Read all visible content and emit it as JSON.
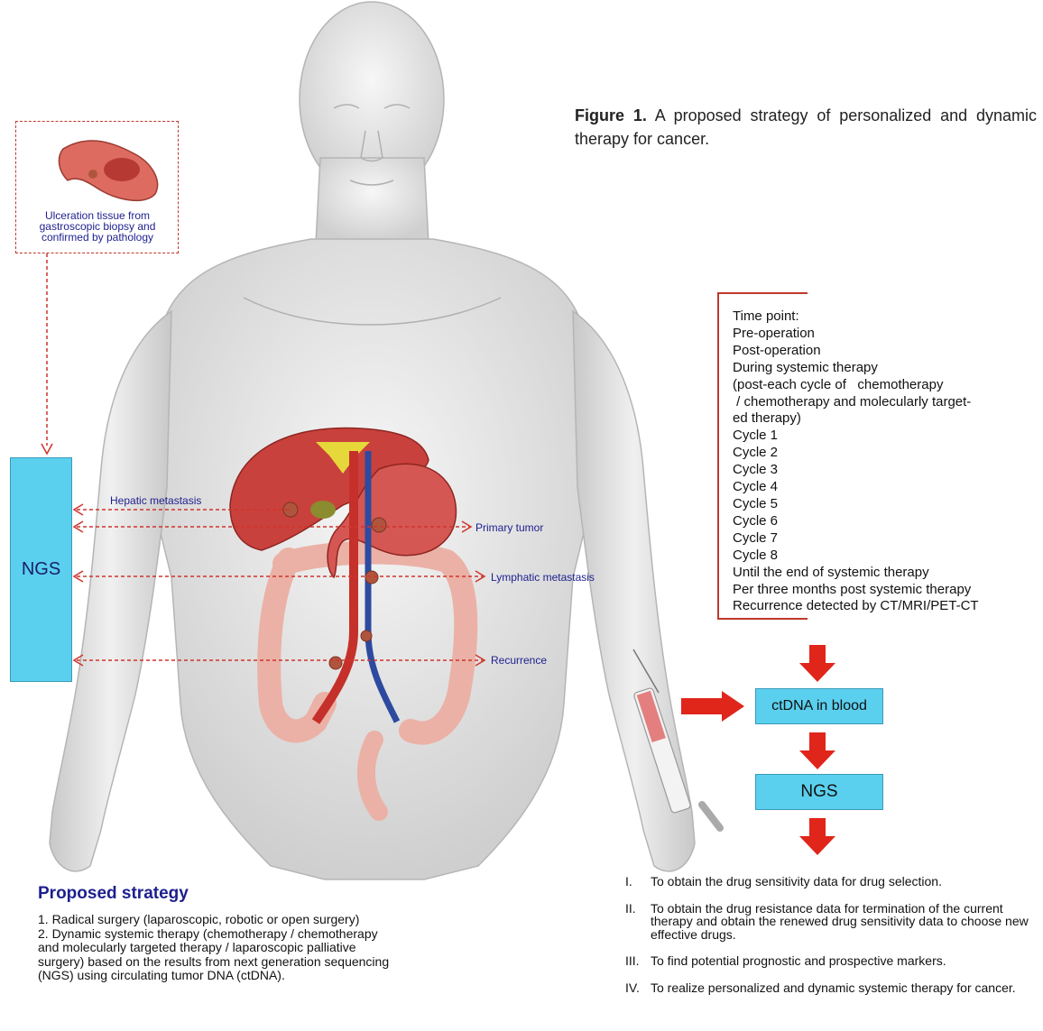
{
  "caption": {
    "label": "Figure 1.",
    "text": "A proposed strategy of personalized and dynamic therapy for cancer."
  },
  "biopsy": {
    "label": "Ulceration tissue from gastroscopic biopsy and confirmed by pathology"
  },
  "left_ngs": {
    "label": "NGS"
  },
  "routes": {
    "hepatic": "Hepatic metastasis",
    "primary": "Primary tumor",
    "lymphatic": "Lymphatic metastasis",
    "recurrence": "Recurrence"
  },
  "timeline": {
    "lines": [
      "Time point:",
      "Pre-operation",
      "Post-operation",
      "During systemic therapy",
      "(post-each cycle of   chemotherapy",
      " / chemotherapy and molecularly target-",
      "ed therapy)",
      "Cycle 1",
      "Cycle 2",
      "Cycle 3",
      "Cycle 4",
      "Cycle 5",
      "Cycle 6",
      "Cycle 7",
      "Cycle 8",
      "Until the end of systemic therapy",
      "Per three months post systemic therapy",
      "Recurrence detected by CT/MRI/PET-CT"
    ]
  },
  "flow": {
    "ctdna": "ctDNA in blood",
    "ngs": "NGS"
  },
  "strategy": {
    "title": "Proposed strategy",
    "item1": "1. Radical surgery (laparoscopic, robotic or open surgery)",
    "item2": "2. Dynamic systemic therapy (chemotherapy / chemotherapy and molecularly targeted therapy / laparoscopic palliative surgery) based on the results from next generation sequencing (NGS) using circulating tumor DNA (ctDNA)."
  },
  "goals": [
    {
      "num": "I.",
      "text": "To obtain the drug sensitivity data for drug selection."
    },
    {
      "num": "II.",
      "text": "To obtain the drug resistance data for termination of the current therapy and obtain the renewed drug sensitivity data to choose new effective drugs."
    },
    {
      "num": "III.",
      "text": "To find potential prognostic and prospective markers."
    },
    {
      "num": "IV.",
      "text": "To realize personalized and dynamic systemic therapy for cancer."
    }
  ],
  "colors": {
    "accent_red": "#e0251b",
    "box_blue": "#5bd0ee",
    "label_navy": "#1d1f8f",
    "dashed_red": "#c0392b"
  }
}
